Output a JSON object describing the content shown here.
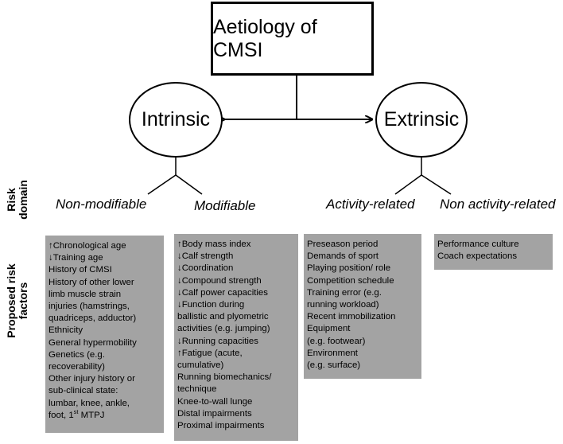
{
  "title": "Aetiology of CMSI",
  "nodes": {
    "intrinsic": "Intrinsic",
    "extrinsic": "Extrinsic"
  },
  "row_labels": {
    "risk_domain": [
      "Risk",
      "domain"
    ],
    "proposed_risk_factors": [
      "Proposed risk",
      "factors"
    ]
  },
  "domains": {
    "non_modifiable": "Non-modifiable",
    "modifiable": "Modifiable",
    "activity_related": "Activity-related",
    "non_activity_related": "Non activity-related"
  },
  "factors": {
    "non_modifiable": [
      {
        "arrow": "↑",
        "text": "Chronological age"
      },
      {
        "arrow": "↓",
        "text": "Training age"
      },
      {
        "arrow": "",
        "text": "History of CMSI"
      },
      {
        "arrow": "",
        "text": "History of other lower"
      },
      {
        "arrow": "",
        "text": "limb muscle strain"
      },
      {
        "arrow": "",
        "text": "injuries (hamstrings,"
      },
      {
        "arrow": "",
        "text": "quadriceps, adductor)"
      },
      {
        "arrow": "",
        "text": "Ethnicity"
      },
      {
        "arrow": "",
        "text": "General hypermobility"
      },
      {
        "arrow": "",
        "text": "Genetics (e.g."
      },
      {
        "arrow": "",
        "text": "recoverability)"
      },
      {
        "arrow": "",
        "text": "Other injury history or"
      },
      {
        "arrow": "",
        "text": "sub-clinical state:"
      },
      {
        "arrow": "",
        "text": "lumbar, knee, ankle,"
      },
      {
        "arrow": "",
        "text": "foot, 1",
        "sup": "st",
        "after": " MTPJ"
      }
    ],
    "modifiable": [
      {
        "arrow": "↑",
        "text": "Body mass index"
      },
      {
        "arrow": "↓",
        "text": "Calf strength"
      },
      {
        "arrow": "↓",
        "text": "Coordination"
      },
      {
        "arrow": "↓",
        "text": "Compound strength"
      },
      {
        "arrow": "↓",
        "text": "Calf power capacities"
      },
      {
        "arrow": "↓",
        "text": "Function during"
      },
      {
        "arrow": "",
        "text": "ballistic and plyometric"
      },
      {
        "arrow": "",
        "text": "activities (e.g. jumping)"
      },
      {
        "arrow": "↓",
        "text": "Running capacities"
      },
      {
        "arrow": "↑",
        "text": "Fatigue (acute,"
      },
      {
        "arrow": "",
        "text": "cumulative)"
      },
      {
        "arrow": "",
        "text": "Running biomechanics/"
      },
      {
        "arrow": "",
        "text": "technique"
      },
      {
        "arrow": "",
        "text": "Knee-to-wall lunge"
      },
      {
        "arrow": "",
        "text": "Distal impairments"
      },
      {
        "arrow": "",
        "text": "Proximal impairments"
      }
    ],
    "activity_related": [
      {
        "arrow": "",
        "text": "Preseason period"
      },
      {
        "arrow": "",
        "text": "Demands of sport"
      },
      {
        "arrow": "",
        "text": "Playing position/ role"
      },
      {
        "arrow": "",
        "text": "Competition schedule"
      },
      {
        "arrow": "",
        "text": "Training error (e.g."
      },
      {
        "arrow": "",
        "text": "running workload)"
      },
      {
        "arrow": "",
        "text": "Recent immobilization"
      },
      {
        "arrow": "",
        "text": "Equipment"
      },
      {
        "arrow": "",
        "text": "(e.g. footwear)"
      },
      {
        "arrow": "",
        "text": "Environment"
      },
      {
        "arrow": "",
        "text": "(e.g. surface)"
      }
    ],
    "non_activity_related": [
      {
        "arrow": "",
        "text": "Performance culture"
      },
      {
        "arrow": "",
        "text": "Coach expectations"
      }
    ]
  },
  "colors": {
    "box_fill": "#a3a3a3",
    "line": "#000000"
  }
}
